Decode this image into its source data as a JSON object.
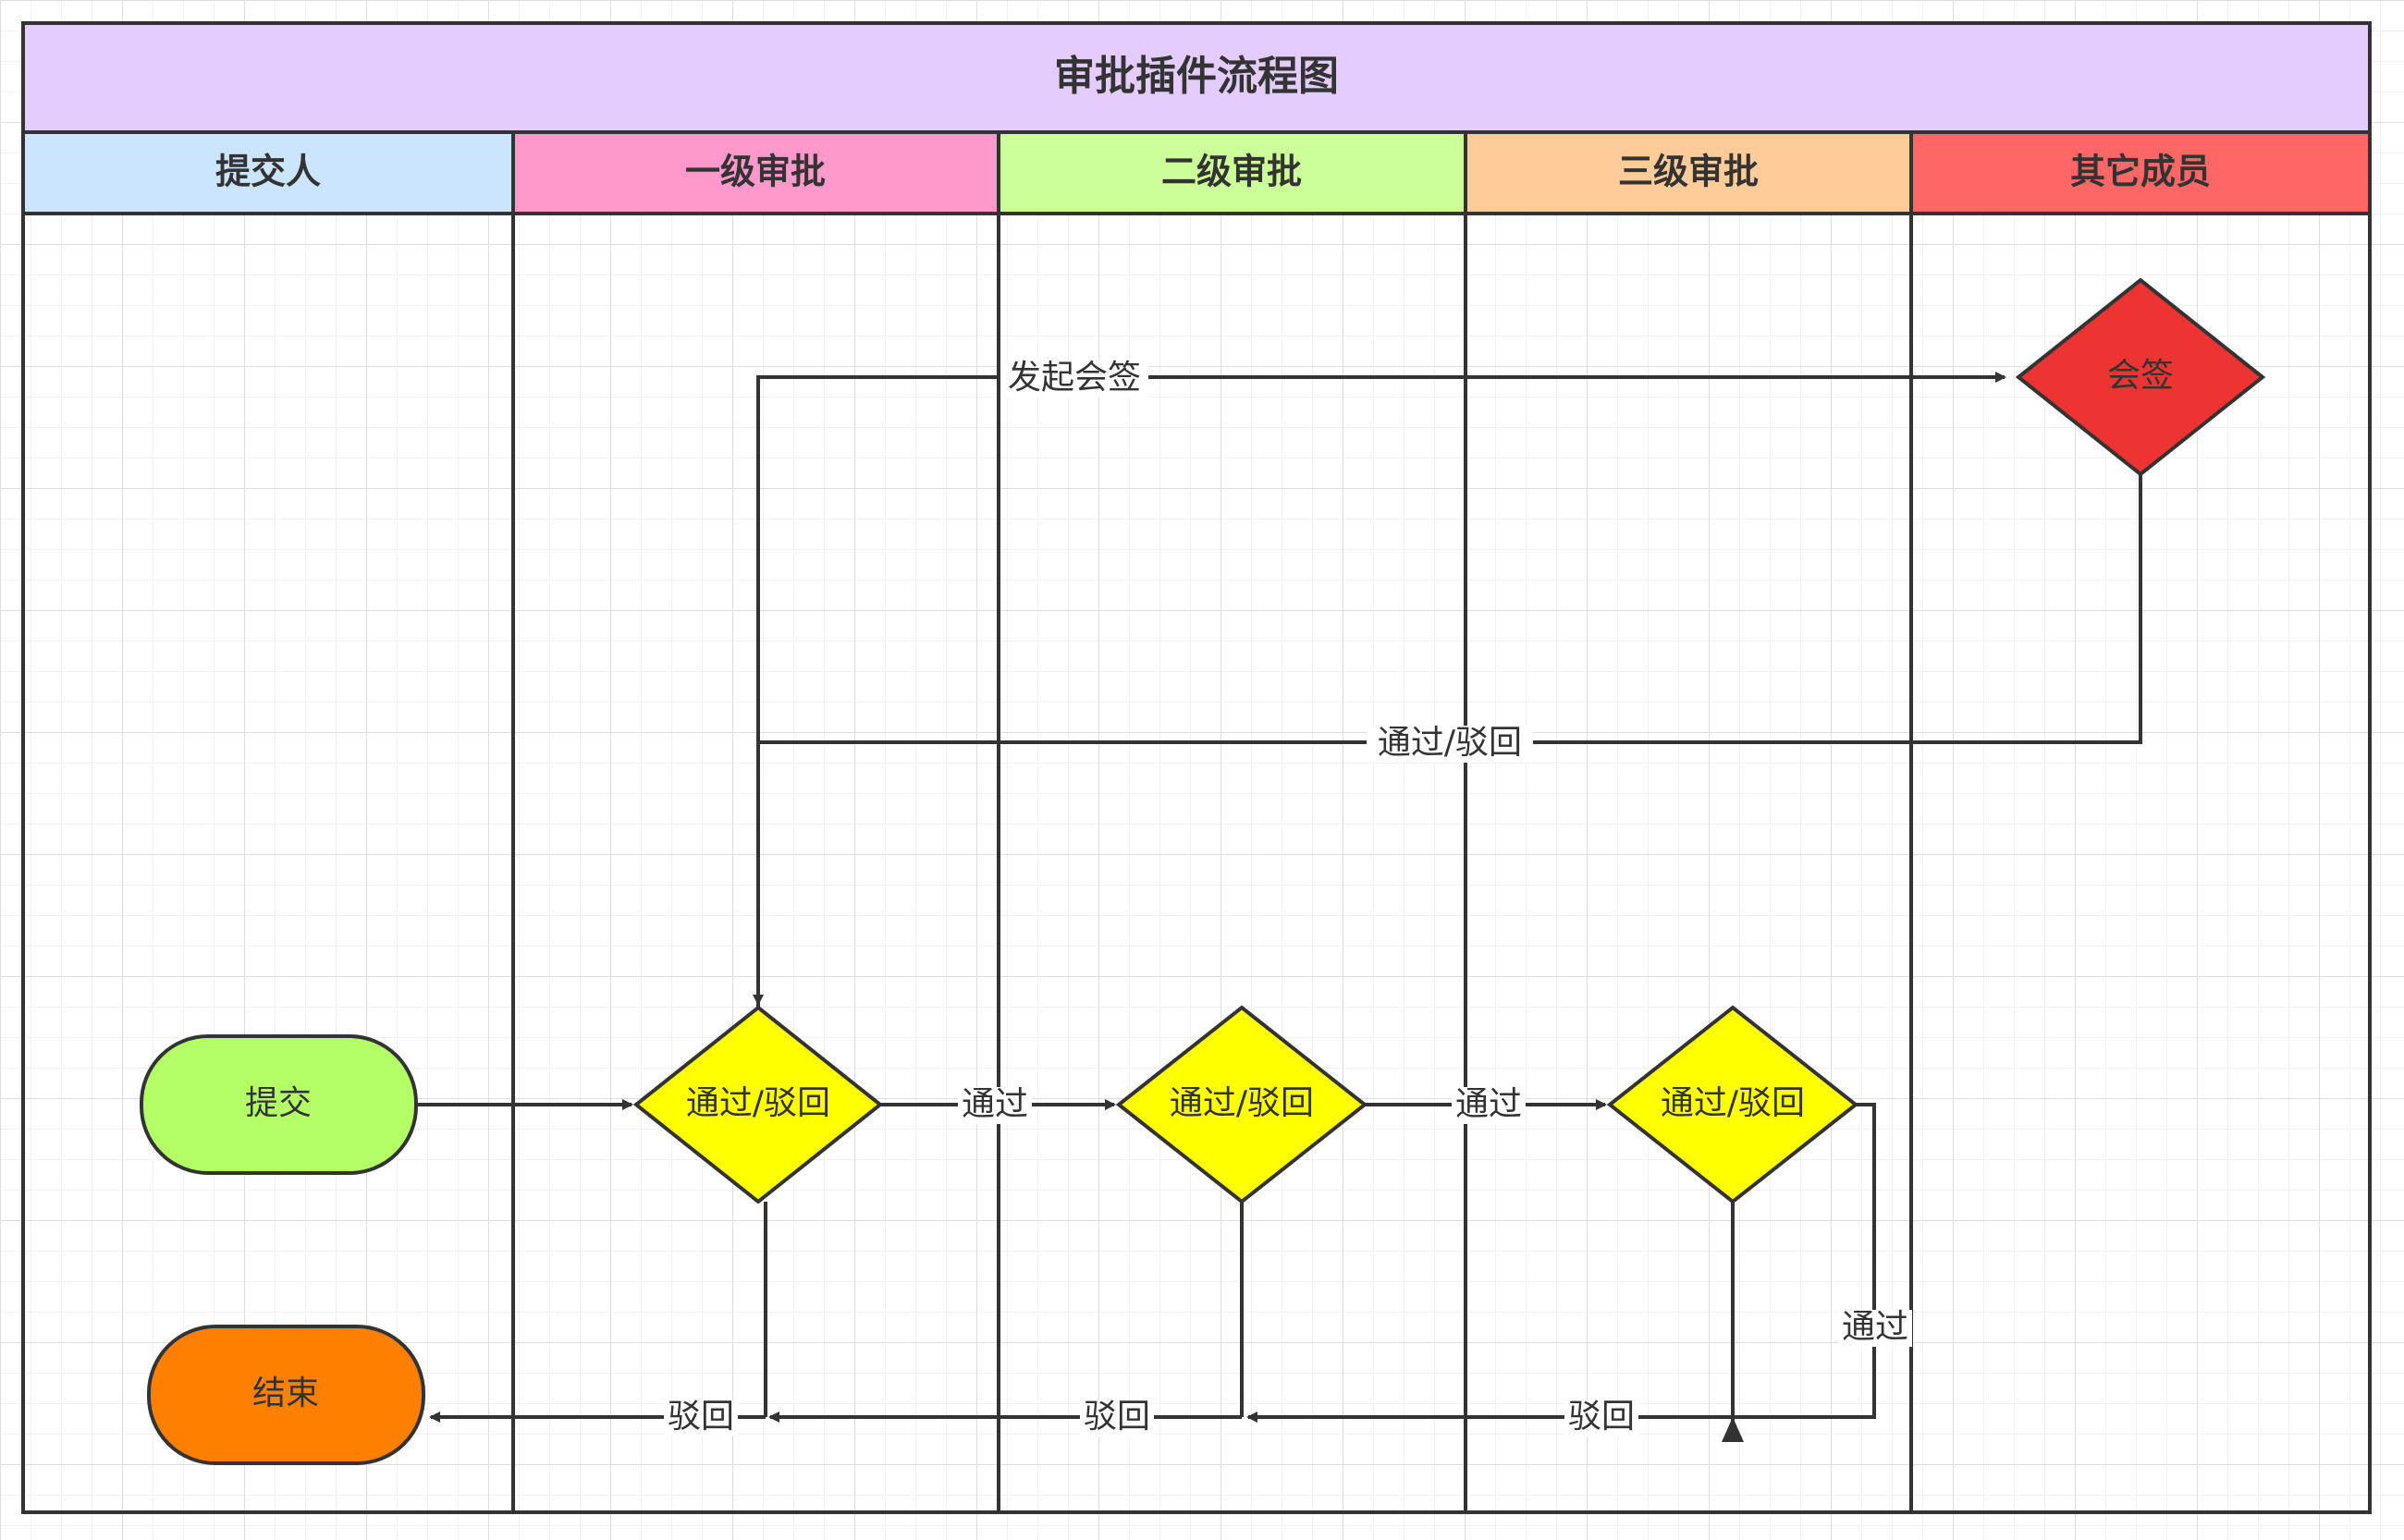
{
  "title": "审批插件流程图",
  "colors": {
    "title_bg": "#E5CCFF",
    "lane_submitter": "#CCE5FF",
    "lane_level1": "#FF99CC",
    "lane_level2": "#CCFF99",
    "lane_level3": "#FFCC99",
    "lane_others": "#FF6666",
    "decision": "#FFFF00",
    "countersign": "#EE3333",
    "start": "#B3FF66",
    "end": "#FF8000",
    "line": "#333333",
    "grid": "#E6E6E6"
  },
  "lanes": [
    {
      "id": "submitter",
      "label": "提交人"
    },
    {
      "id": "level1",
      "label": "一级审批"
    },
    {
      "id": "level2",
      "label": "二级审批"
    },
    {
      "id": "level3",
      "label": "三级审批"
    },
    {
      "id": "others",
      "label": "其它成员"
    }
  ],
  "nodes": {
    "submit": "提交",
    "end": "结束",
    "decision1": "通过/驳回",
    "decision2": "通过/驳回",
    "decision3": "通过/驳回",
    "countersign": "会签"
  },
  "edges": {
    "initiate_countersign": "发起会签",
    "countersign_return": "通过/驳回",
    "pass_1_2": "通过",
    "pass_2_3": "通过",
    "pass_3": "通过",
    "reject_1": "驳回",
    "reject_2": "驳回",
    "reject_3": "驳回"
  }
}
